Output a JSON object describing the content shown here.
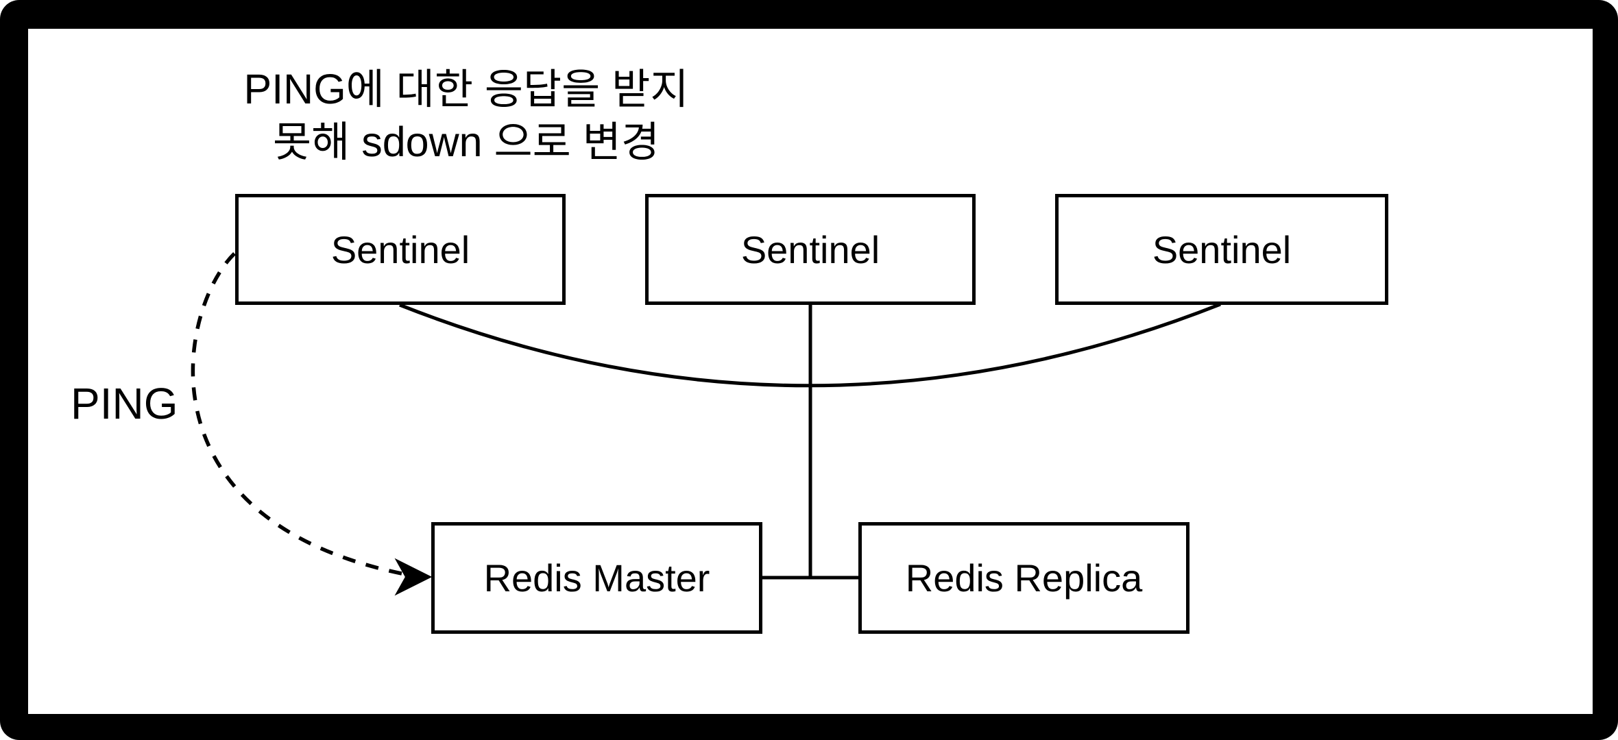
{
  "diagram": {
    "annotation": {
      "line1": "PING에 대한 응답을 받지",
      "line2": "못해 sdown 으로 변경"
    },
    "edge_labels": {
      "ping": "PING"
    },
    "nodes": {
      "sentinel1": {
        "label": "Sentinel"
      },
      "sentinel2": {
        "label": "Sentinel"
      },
      "sentinel3": {
        "label": "Sentinel"
      },
      "master": {
        "label": "Redis Master"
      },
      "replica": {
        "label": "Redis Replica"
      }
    },
    "colors": {
      "stroke": "#000000",
      "background": "#ffffff",
      "frame": "#000000"
    }
  }
}
